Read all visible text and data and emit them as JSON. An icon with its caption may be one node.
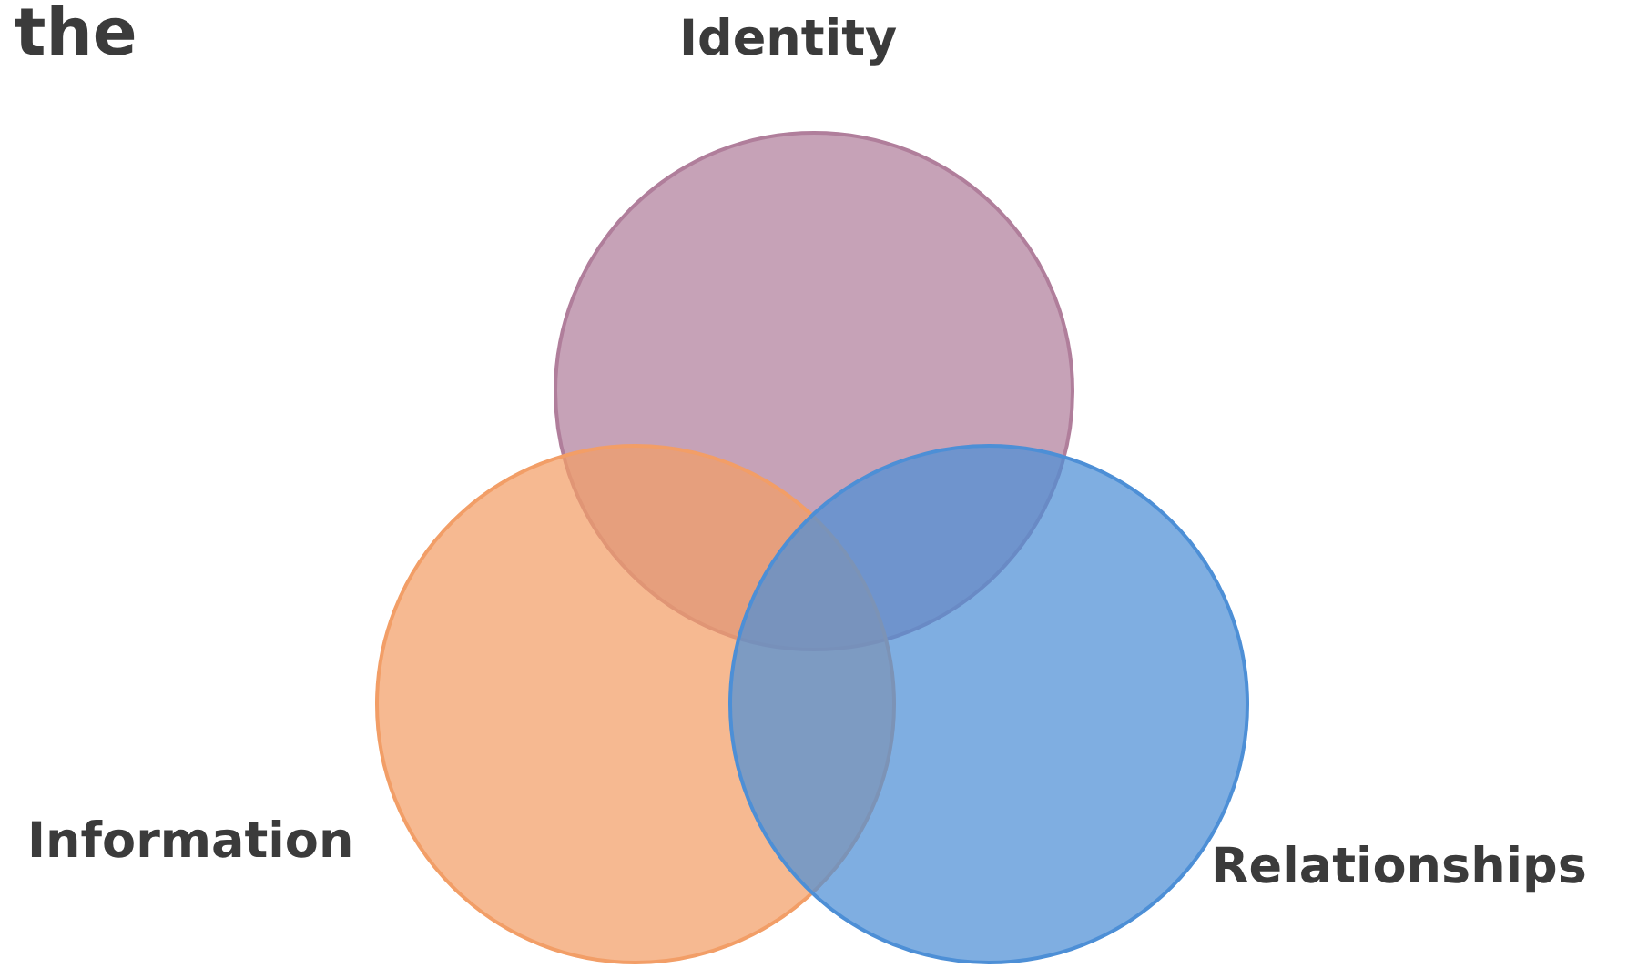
{
  "diagram": {
    "nodes": [
      {
        "text": [
          "Identity"
        ]
      },
      {
        "text": [
          "Information"
        ]
      },
      {
        "text": [
          "Relationships"
        ]
      }
    ],
    "labels": [
      "the"
    ]
  }
}
